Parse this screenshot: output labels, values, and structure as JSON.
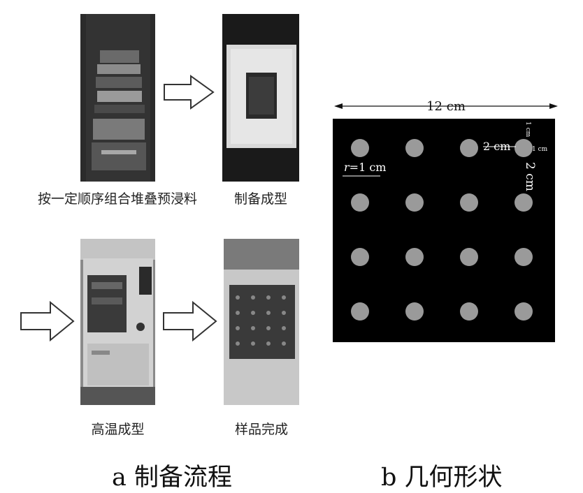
{
  "panel_a": {
    "steps": [
      {
        "label": "按一定顺序组合堆叠预浸料",
        "photo": "stacked-prepreg-photo"
      },
      {
        "label": "制备成型",
        "photo": "formed-laminate-photo"
      },
      {
        "label": "高温成型",
        "photo": "hot-press-machine-photo"
      },
      {
        "label": "样品完成",
        "photo": "finished-sample-photo"
      }
    ],
    "caption": "a 制备流程"
  },
  "panel_b": {
    "caption": "b 几何形状",
    "width_label": "12 cm",
    "spacing_h_label": "2 cm",
    "spacing_v_label": "2 cm",
    "edge_top_label": "1 cm",
    "edge_right_label": "1 cm",
    "radius_var": "r",
    "radius_value": "=1 cm",
    "grid_rows": 4,
    "grid_cols": 4,
    "colors": {
      "plate": "#000000",
      "hole": "#9a9a9a"
    }
  }
}
